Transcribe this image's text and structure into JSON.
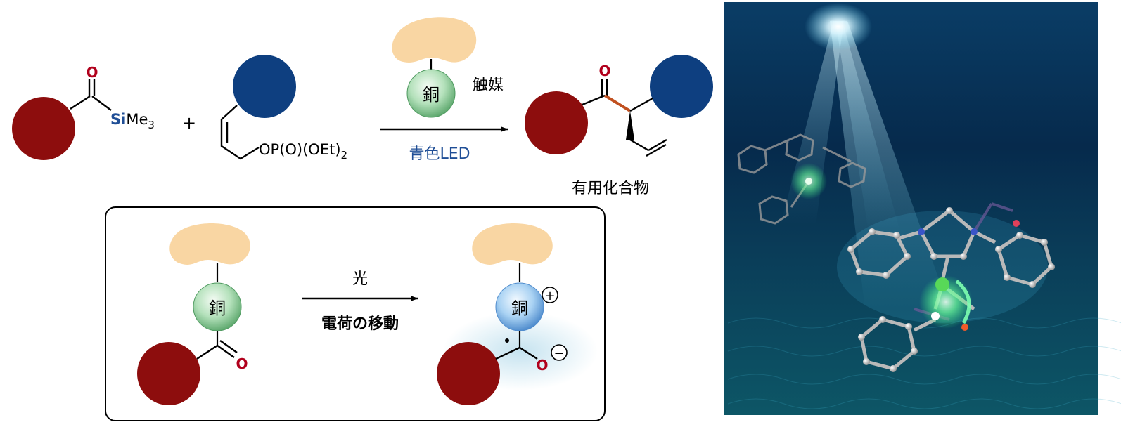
{
  "scheme": {
    "atom_oxygen": "O",
    "atom_si": "Si",
    "si_substituent": "Me",
    "si_count": "3",
    "plus_sign": "+",
    "phosphate_group": "OP(O)(OEt)",
    "phosphate_count": "2",
    "catalyst_metal": "銅",
    "catalyst_label": "触媒",
    "light_condition": "青色LED",
    "product_label": "有用化合物"
  },
  "mechanism": {
    "metal_left": "銅",
    "metal_right": "銅",
    "atom_oxygen_left": "O",
    "atom_oxygen_right": "O",
    "arrow_top_label": "光",
    "arrow_bottom_label": "電荷の移動",
    "plus_charge": "+",
    "minus_charge": "−"
  },
  "colors": {
    "substrate_red": "#8d0d0d",
    "substrate_blue": "#0e3f80",
    "ligand_peach": "#f9d6a3",
    "copper_green": "#8fd09c",
    "copper_blue": "#8cc4ee",
    "si_blue": "#1f4e96",
    "oxygen_red": "#b1001c",
    "new_bond_orange": "#c1501f",
    "text_blue": "#1f4e96"
  },
  "icons": {
    "ligand": "ligand-blob-icon",
    "copper": "copper-sphere-icon",
    "radical": "radical-dot-icon",
    "light": "light-beam-icon"
  }
}
